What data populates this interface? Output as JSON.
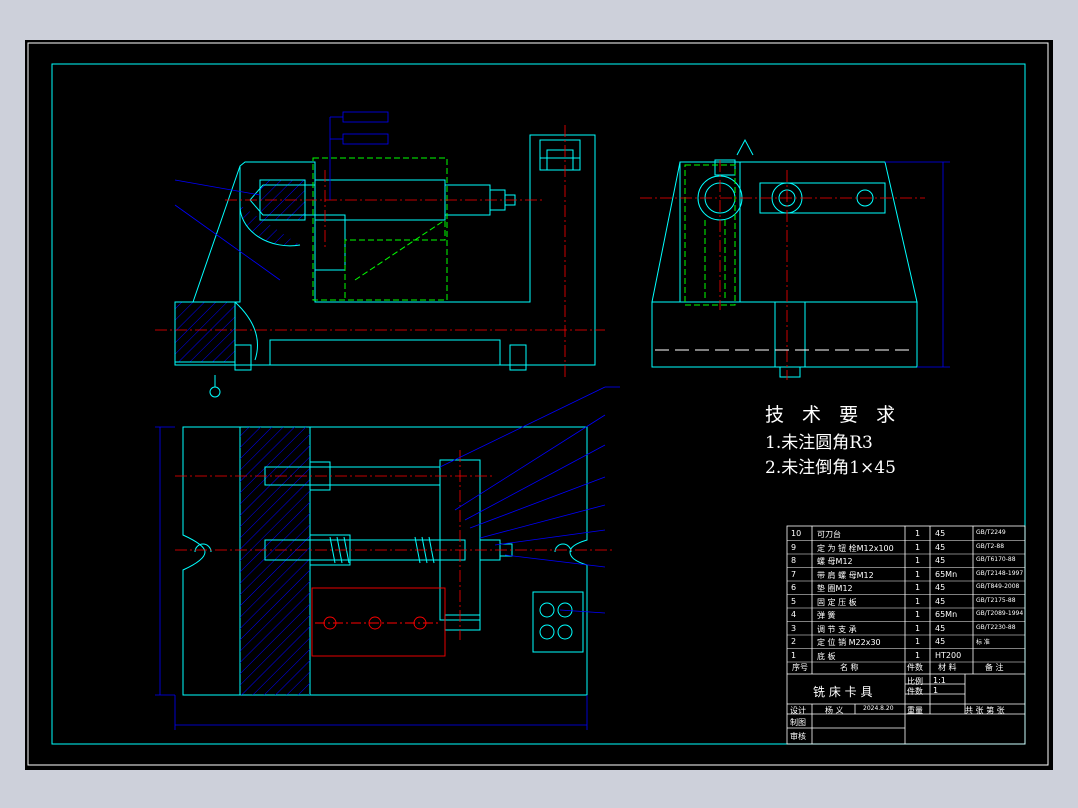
{
  "tech_requirements": {
    "title": "技 术 要 求",
    "line1": "1.未注圆角R3",
    "line2": "2.未注倒角1×45"
  },
  "bom": [
    {
      "no": "10",
      "name": "可刀台",
      "qty": "1",
      "material": "45",
      "std": "GB/T2249"
    },
    {
      "no": "9",
      "name": "定 为 钮 栓M12x100",
      "qty": "1",
      "material": "45",
      "std": "GB/T2-88"
    },
    {
      "no": "8",
      "name": "螺 母M12",
      "qty": "1",
      "material": "45",
      "std": "GB/T6170-88"
    },
    {
      "no": "7",
      "name": "带 肩 螺 母M12",
      "qty": "1",
      "material": "65Mn",
      "std": "GB/T2148-1997"
    },
    {
      "no": "6",
      "name": "垫 圈M12",
      "qty": "1",
      "material": "45",
      "std": "GB/T849-2008"
    },
    {
      "no": "5",
      "name": "固 定 压 板",
      "qty": "1",
      "material": "45",
      "std": "GB/T2175-88"
    },
    {
      "no": "4",
      "name": "弹 簧",
      "qty": "1",
      "material": "65Mn",
      "std": "GB/T2089-1994"
    },
    {
      "no": "3",
      "name": "调 节 支 承",
      "qty": "1",
      "material": "45",
      "std": "GB/T2230-88"
    },
    {
      "no": "2",
      "name": "定 位 销 M22x30",
      "qty": "1",
      "material": "45",
      "std": "标 准"
    },
    {
      "no": "1",
      "name": "底 板",
      "qty": "1",
      "material": "HT200",
      "std": ""
    }
  ],
  "bom_header": {
    "no": "序号",
    "name": "名 称",
    "qty": "件数",
    "material": "材 料",
    "remark": "备 注"
  },
  "title_block": {
    "drawing_name": "铣 床 卡 具",
    "scale_label": "比例",
    "scale_value": "1:1",
    "qty_label": "件数",
    "qty_value": "1",
    "designer_label": "设计",
    "designer_name": "杨 义",
    "date": "2024.8.20",
    "weight_label": "重量",
    "sheet": "共 张 第 张",
    "drawer_label": "制图",
    "reviewer_label": "审核"
  },
  "colors": {
    "background": "#000000",
    "frame": "#00ffff",
    "outline": "#00ffff",
    "centerline": "#ff0000",
    "green": "#00ff00",
    "dimension": "#0000ff",
    "white": "#ffffff",
    "hatch": "#0000ff"
  }
}
